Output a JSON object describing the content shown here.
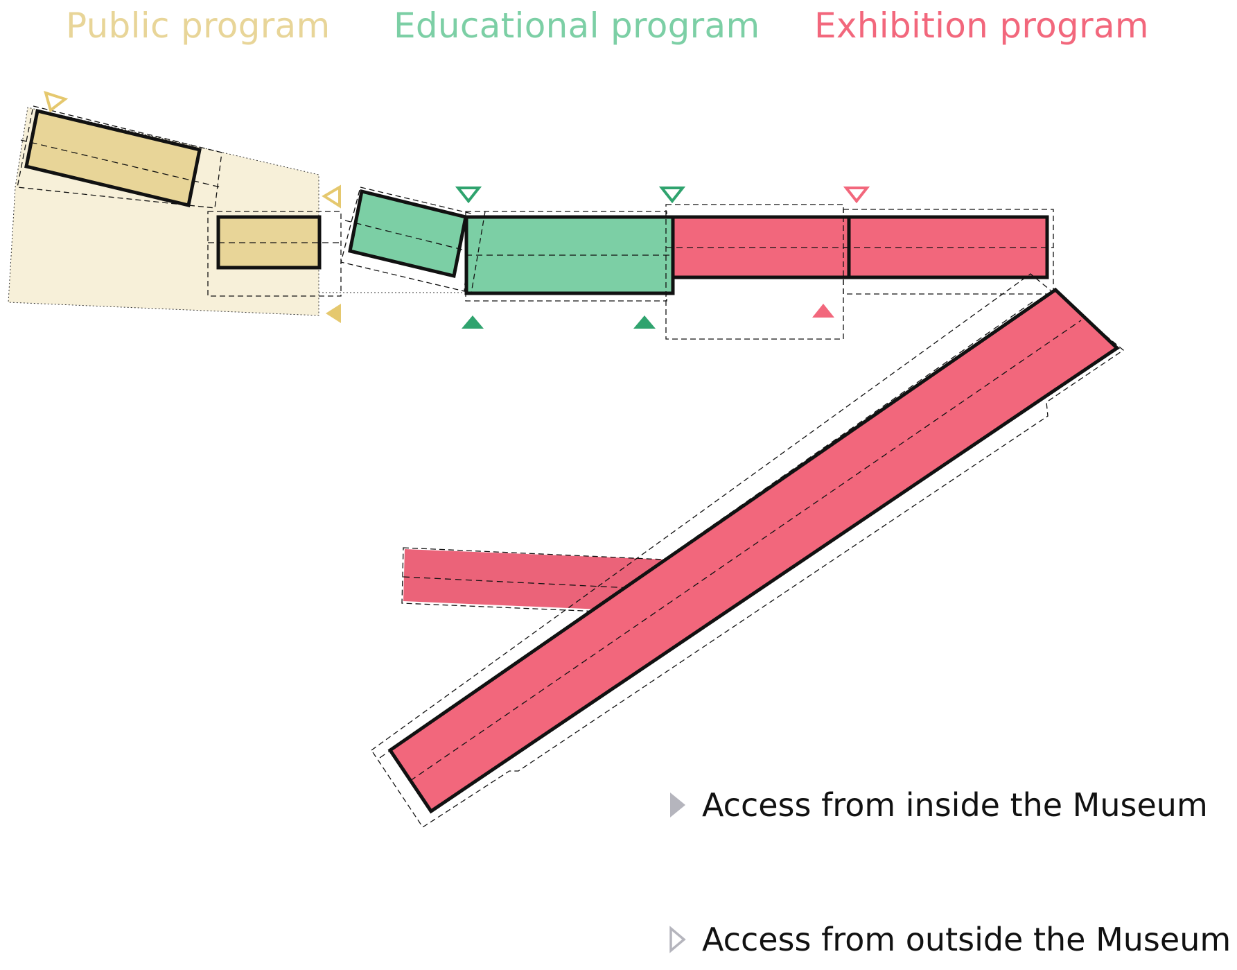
{
  "colors": {
    "public": "#e8d598",
    "public_area": "#f7f0d9",
    "public_marker": "#e5c86e",
    "educational": "#7ccfa5",
    "educational_marker": "#2fa36e",
    "exhibition": "#f2677c",
    "exhibition_light": "#eb6379",
    "legend_marker": "#b5b5bd",
    "outline": "#111111"
  },
  "headings": {
    "public": "Public program",
    "educational": "Educational program",
    "exhibition": "Exhibition program"
  },
  "legend": {
    "inside": {
      "label": "Access from inside the Museum",
      "icon": "filled-triangle-icon"
    },
    "outside": {
      "label": "Access from outside the Museum",
      "icon": "outline-triangle-icon"
    }
  }
}
